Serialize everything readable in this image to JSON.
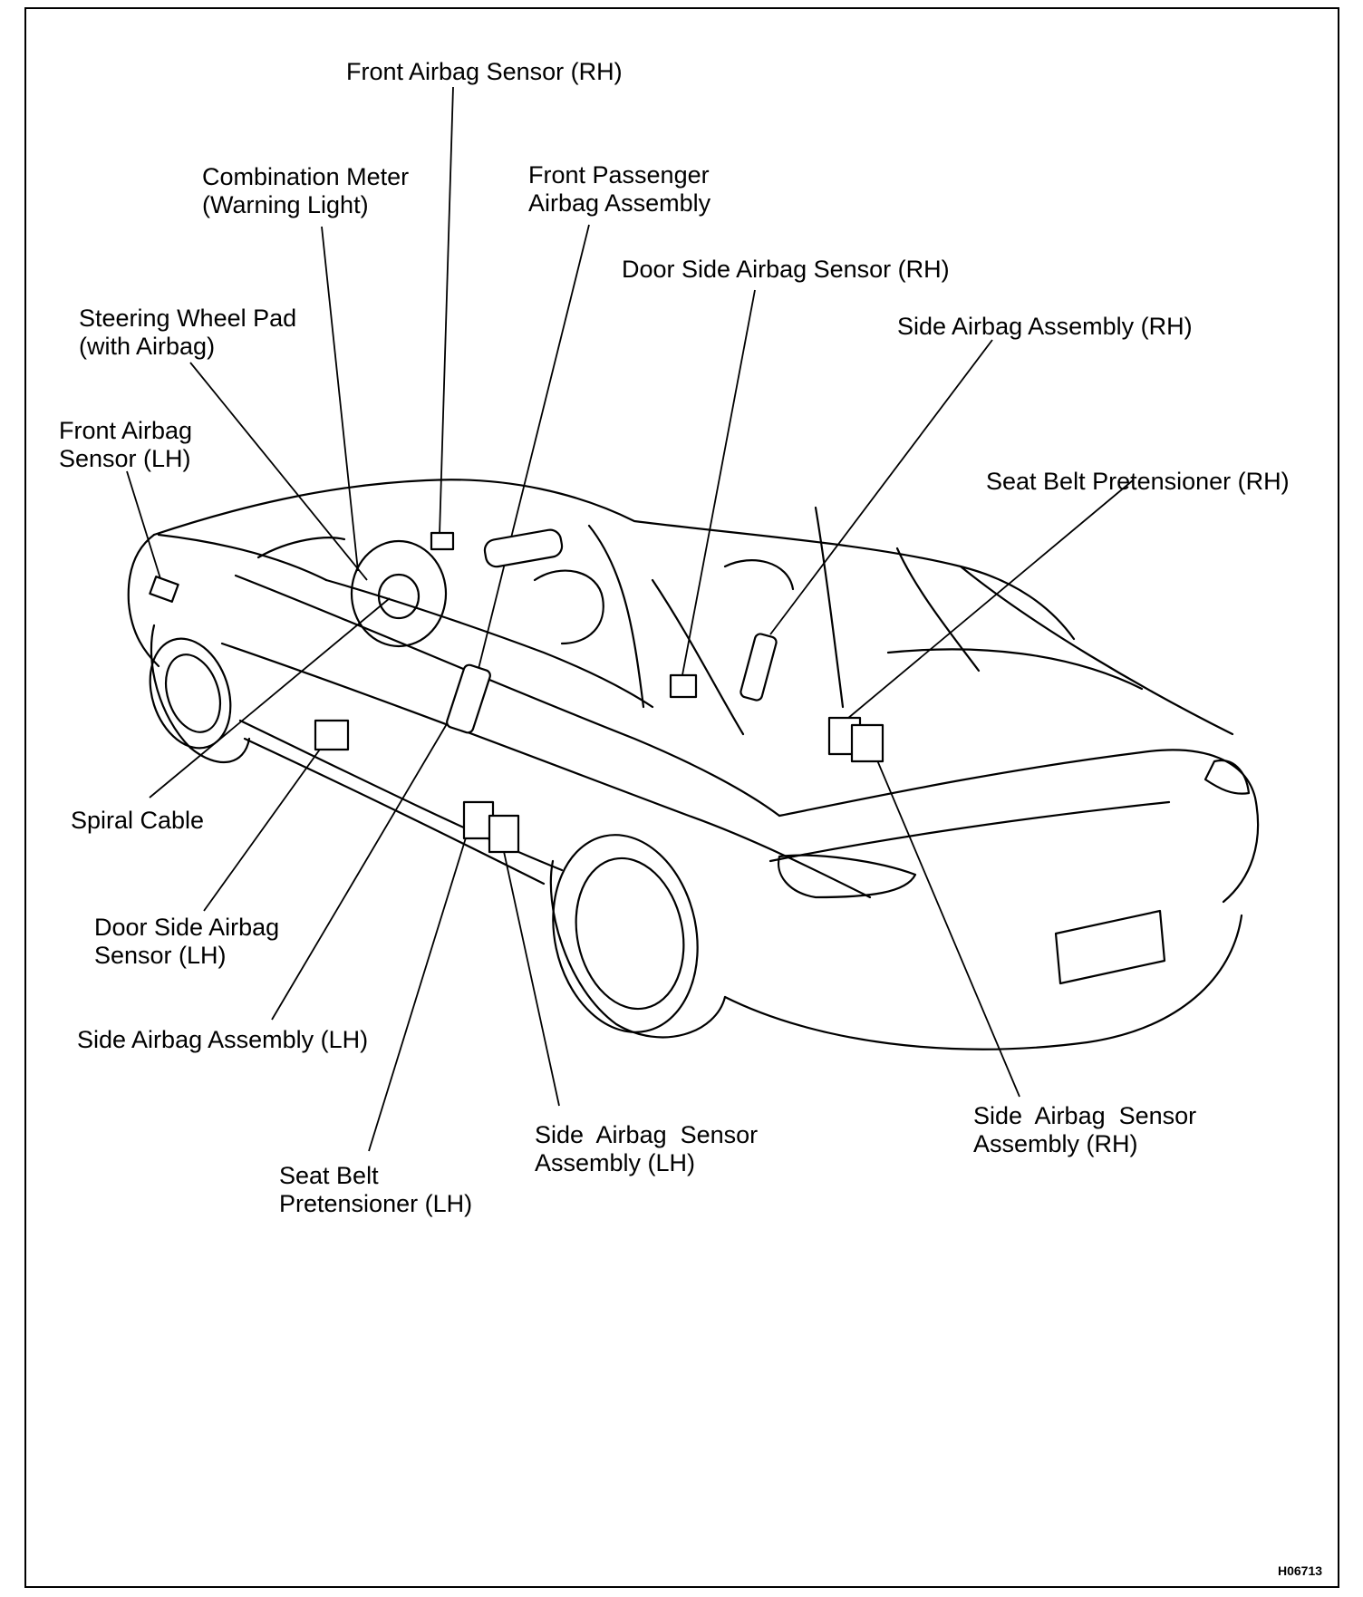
{
  "labels": {
    "front_airbag_sensor_rh": "Front Airbag Sensor (RH)",
    "combination_meter": "Combination Meter\n(Warning Light)",
    "front_passenger_airbag": "Front Passenger\nAirbag Assembly",
    "door_side_airbag_sensor_rh": "Door Side Airbag Sensor (RH)",
    "steering_wheel_pad": "Steering Wheel Pad\n(with Airbag)",
    "side_airbag_assembly_rh": "Side Airbag Assembly (RH)",
    "front_airbag_sensor_lh": "Front Airbag\nSensor (LH)",
    "seat_belt_pretensioner_rh": "Seat Belt Pretensioner (RH)",
    "spiral_cable": "Spiral Cable",
    "door_side_airbag_sensor_lh": "Door Side Airbag\nSensor (LH)",
    "side_airbag_assembly_lh": "Side Airbag Assembly (LH)",
    "side_airbag_sensor_assembly_rh": "Side  Airbag  Sensor\nAssembly (RH)",
    "side_airbag_sensor_assembly_lh": "Side  Airbag  Sensor\nAssembly (LH)",
    "seat_belt_pretensioner_lh": "Seat Belt\nPretensioner (LH)"
  },
  "figure_code": "H06713"
}
